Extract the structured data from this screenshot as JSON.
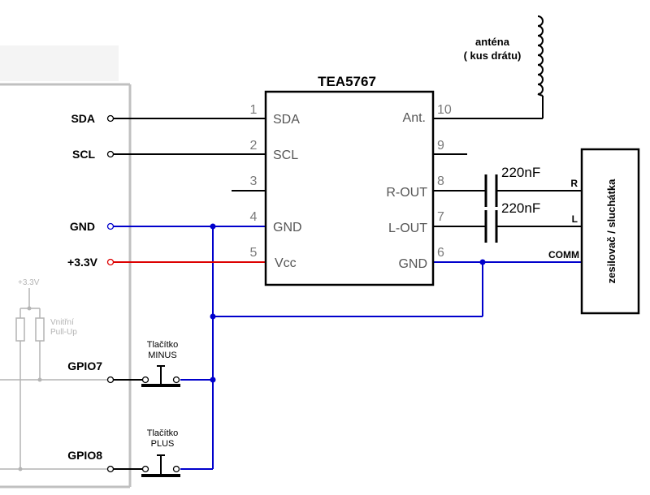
{
  "chip": {
    "name": "TEA5767",
    "left_pins": [
      {
        "num": "1",
        "label": "SDA"
      },
      {
        "num": "2",
        "label": "SCL"
      },
      {
        "num": "3",
        "label": ""
      },
      {
        "num": "4",
        "label": "GND"
      },
      {
        "num": "5",
        "label": "Vcc"
      }
    ],
    "right_pins": [
      {
        "num": "10",
        "label": "Ant."
      },
      {
        "num": "9",
        "label": ""
      },
      {
        "num": "8",
        "label": "R-OUT"
      },
      {
        "num": "7",
        "label": "L-OUT"
      },
      {
        "num": "6",
        "label": "GND"
      }
    ]
  },
  "header": {
    "pins": [
      "SDA",
      "SCL",
      "GND",
      "+3.3V",
      "GPIO7",
      "GPIO8"
    ],
    "pullup_voltage": "+3.3V",
    "pullup_label_1": "Vnitřní",
    "pullup_label_2": "Pull-Up"
  },
  "antenna": {
    "line1": "anténa",
    "line2": "( kus drátu)"
  },
  "capacitors": [
    {
      "value": "220nF"
    },
    {
      "value": "220nF"
    }
  ],
  "amplifier": {
    "label": "zesilovač / sluchátka",
    "pins": [
      "R",
      "L",
      "COMM"
    ]
  },
  "buttons": [
    {
      "line1": "Tlačítko",
      "line2": "MINUS"
    },
    {
      "line1": "Tlačítko",
      "line2": "PLUS"
    }
  ],
  "colors": {
    "gnd_wire": "#0000cc",
    "vcc_wire": "#dd0000",
    "wire": "#000000",
    "board_outline": "#c0c0c0"
  }
}
